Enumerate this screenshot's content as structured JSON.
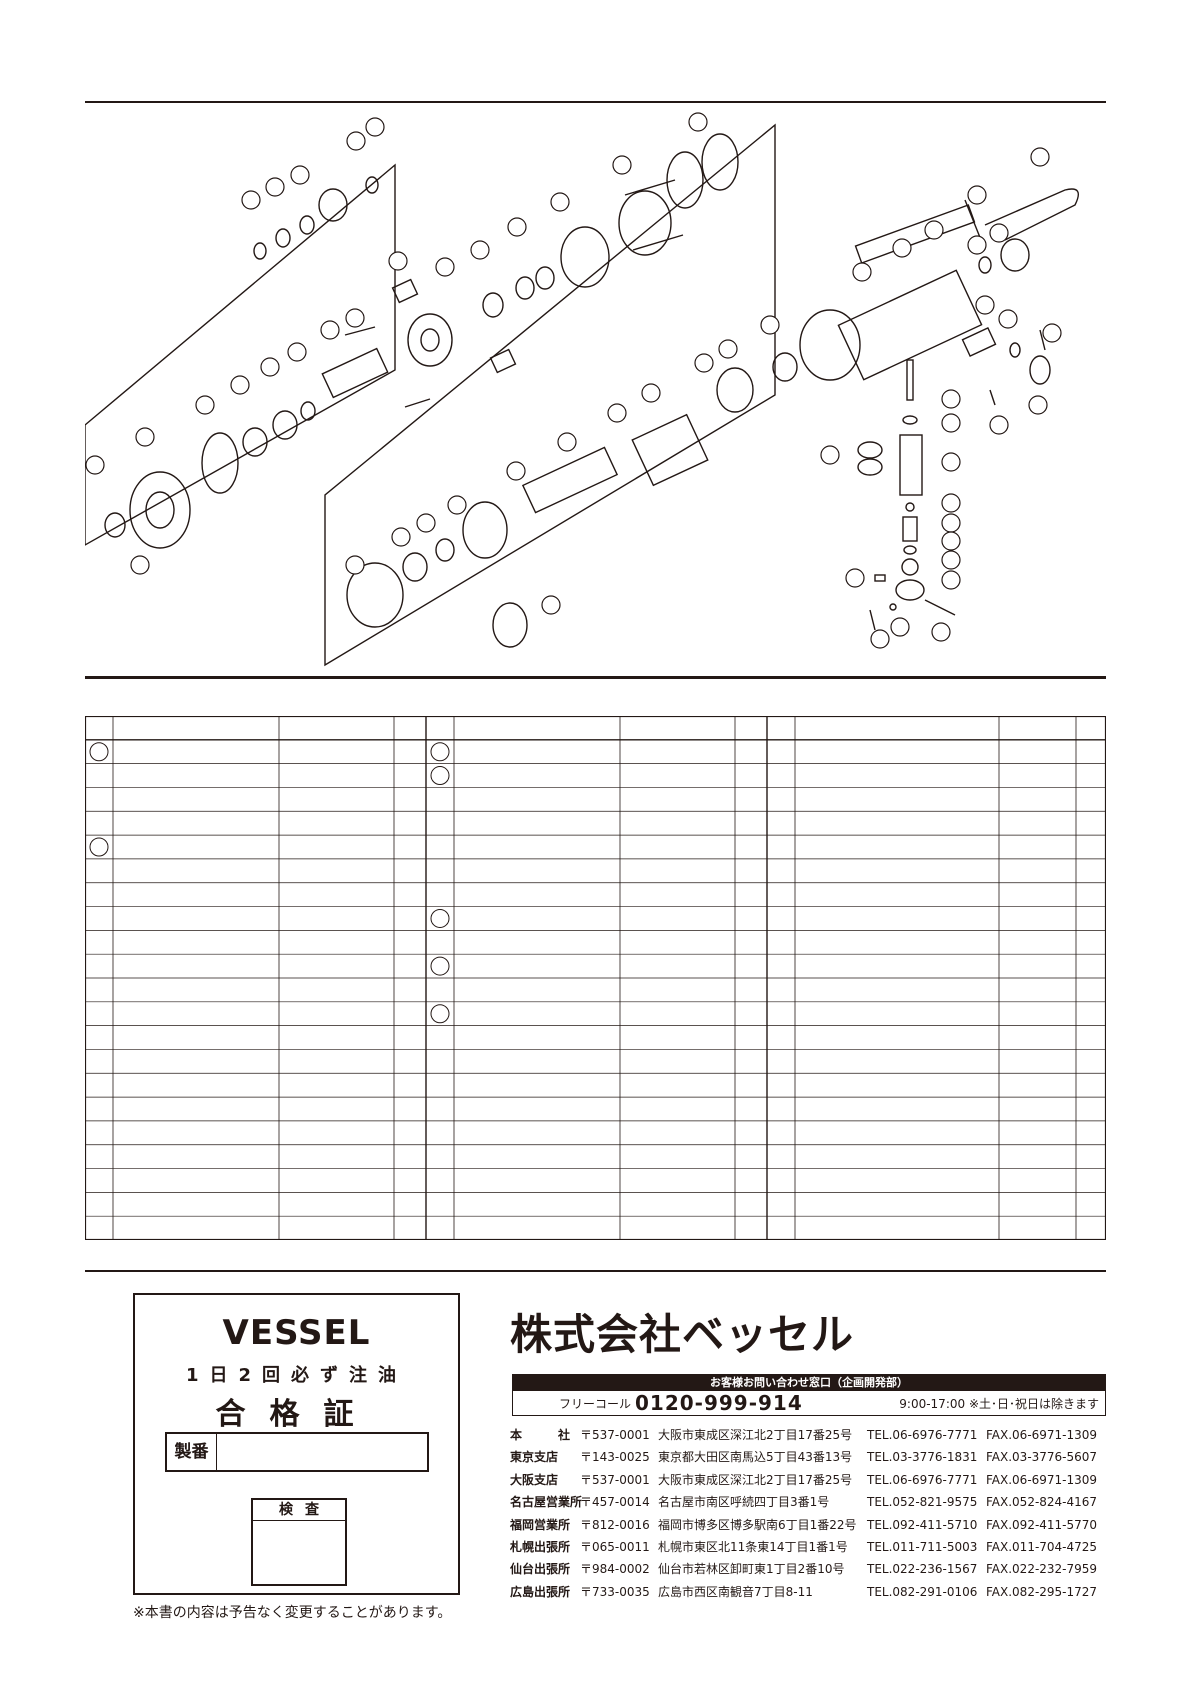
{
  "diagram": {
    "kind": "exploded-parts-view",
    "callout_count": 72
  },
  "parts_table": {
    "column_groups": 3,
    "rows": 21,
    "columns_per_group": 4
  },
  "certificate": {
    "brand": "VESSEL",
    "oil_instruction": "1日2回必ず注油",
    "title": "合格証",
    "serial_label": "製番",
    "inspection_label": "検査"
  },
  "notice": "※本書の内容は予告なく変更することがあります。",
  "company": {
    "name": "株式会社ベッセル",
    "contact_header": "お客様お問い合わせ窓口（企画開発部）",
    "free_call_label": "フリーコール",
    "free_call_number": "0120-999-914",
    "hours": "9:00-17:00 ※土･日･祝日は除きます",
    "offices": [
      {
        "name": "本　　　社",
        "zip": "〒537-0001",
        "address": "大阪市東成区深江北2丁目17番25号",
        "tel": "TEL.06-6976-7771",
        "fax": "FAX.06-6971-1309"
      },
      {
        "name": "東京支店",
        "zip": "〒143-0025",
        "address": "東京都大田区南馬込5丁目43番13号",
        "tel": "TEL.03-3776-1831",
        "fax": "FAX.03-3776-5607"
      },
      {
        "name": "大阪支店",
        "zip": "〒537-0001",
        "address": "大阪市東成区深江北2丁目17番25号",
        "tel": "TEL.06-6976-7771",
        "fax": "FAX.06-6971-1309"
      },
      {
        "name": "名古屋営業所",
        "zip": "〒457-0014",
        "address": "名古屋市南区呼続四丁目3番1号",
        "tel": "TEL.052-821-9575",
        "fax": "FAX.052-824-4167"
      },
      {
        "name": "福岡営業所",
        "zip": "〒812-0016",
        "address": "福岡市博多区博多駅南6丁目1番22号",
        "tel": "TEL.092-411-5710",
        "fax": "FAX.092-411-5770"
      },
      {
        "name": "札幌出張所",
        "zip": "〒065-0011",
        "address": "札幌市東区北11条東14丁目1番1号",
        "tel": "TEL.011-711-5003",
        "fax": "FAX.011-704-4725"
      },
      {
        "name": "仙台出張所",
        "zip": "〒984-0002",
        "address": "仙台市若林区卸町東1丁目2番10号",
        "tel": "TEL.022-236-1567",
        "fax": "FAX.022-232-7959"
      },
      {
        "name": "広島出張所",
        "zip": "〒733-0035",
        "address": "広島市西区南観音7丁目8-11",
        "tel": "TEL.082-291-0106",
        "fax": "FAX.082-295-1727"
      }
    ]
  }
}
